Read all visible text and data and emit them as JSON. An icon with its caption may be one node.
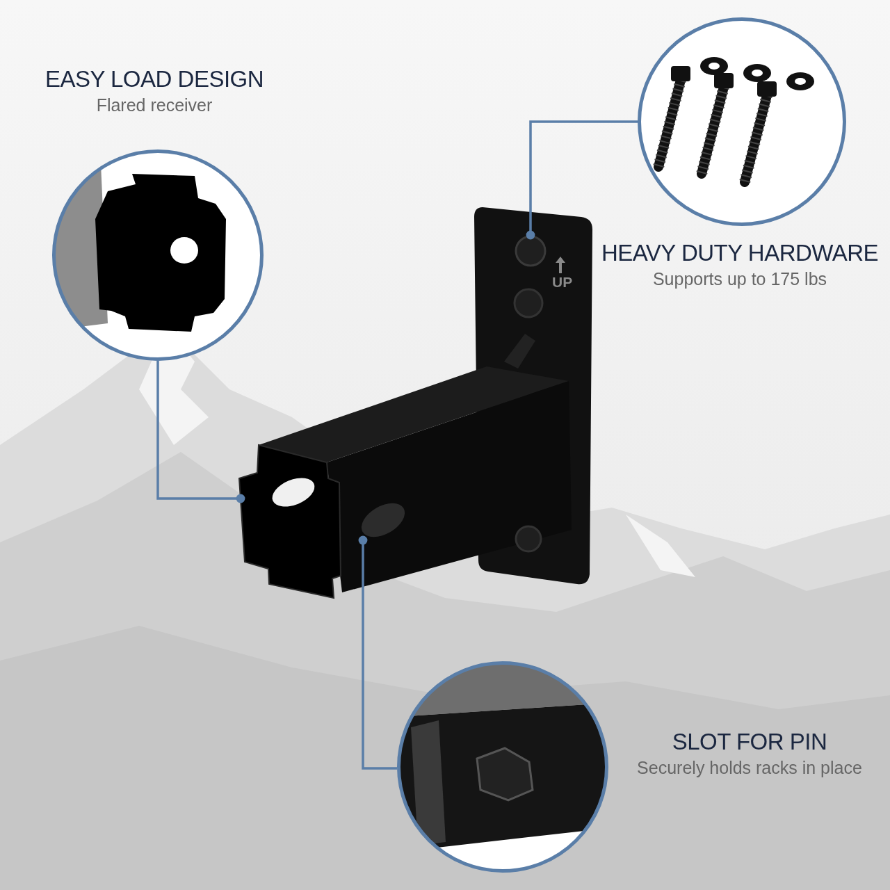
{
  "diagram": {
    "nodes": [
      {
        "text": [],
        "shape": "picture",
        "beside": [
          "EASY LOAD DESIGN",
          "Flared receiver"
        ]
      },
      {
        "text": [],
        "shape": "picture",
        "beside": [
          "HEAVY DUTY HARDWARE",
          "Supports up to 175 lbs"
        ]
      },
      {
        "text": [],
        "shape": "picture",
        "beside": [
          "SLOT FOR PIN",
          "Securely holds racks in place"
        ]
      },
      {
        "text": [],
        "shape": "picture"
      },
      {
        "text": [],
        "shape": "circle"
      },
      {
        "text": [],
        "shape": "ellipse"
      }
    ],
    "edges": [
      {
        "from": 0,
        "to": 3,
        "arrow": "other"
      },
      {
        "from": 1,
        "to": 4,
        "arrow": "other"
      },
      {
        "from": 2,
        "to": 5,
        "arrow": "other"
      }
    ],
    "labels": [
      "UP"
    ]
  }
}
